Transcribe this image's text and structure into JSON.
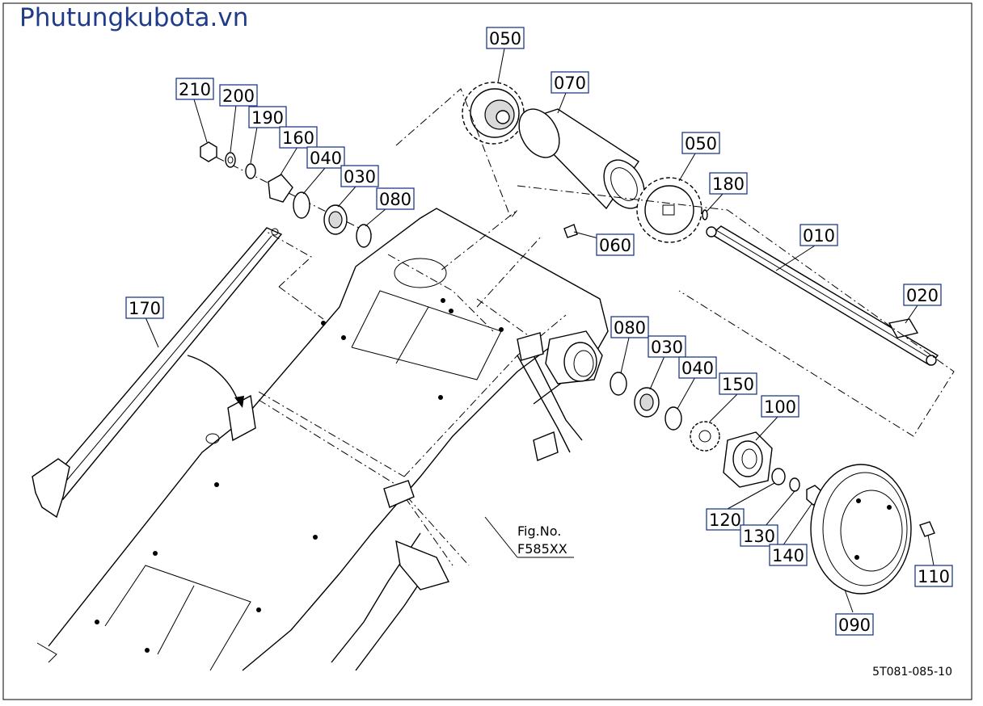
{
  "watermark": "Phutungkubota.vn",
  "figure_note": {
    "line1": "Fig.No.",
    "line2": "F585XX"
  },
  "drawing_code": "5T081-085-10",
  "part_labels": [
    "050",
    "070",
    "050",
    "180",
    "010",
    "020",
    "060",
    "210",
    "200",
    "190",
    "160",
    "040",
    "030",
    "080",
    "170",
    "080",
    "030",
    "040",
    "150",
    "100",
    "120",
    "130",
    "140",
    "110",
    "090"
  ]
}
